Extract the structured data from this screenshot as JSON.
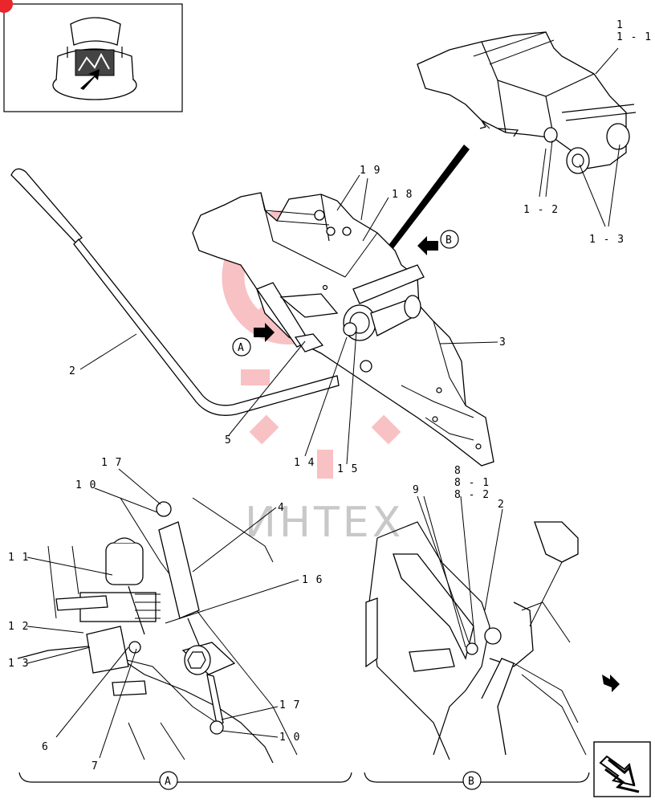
{
  "watermark": {
    "text": "ИНТЕХ",
    "color": "#e8262b"
  },
  "inset": {
    "badge_color": "#e8262b"
  },
  "callouts": {
    "c1": "1",
    "c1_1": "1 - 1",
    "c1_2": "1 - 2",
    "c1_3": "1 - 3",
    "c2_main": "2",
    "c3": "3",
    "c5": "5",
    "c14": "1 4",
    "c15": "1 5",
    "c18": "1 8",
    "c19": "1 9",
    "c4": "4",
    "c6": "6",
    "c7": "7",
    "c10_top": "1 0",
    "c10_bottom": "1 0",
    "c11": "1 1",
    "c12": "1 2",
    "c13": "1 3",
    "c16": "1 6",
    "c17_top": "1 7",
    "c17_bottom": "1 7",
    "c8": "8",
    "c8_1": "8 - 1",
    "c8_2": "8 - 2",
    "c9": "9",
    "c2_detail": "2"
  },
  "view_markers": {
    "a": "A",
    "b": "B",
    "detail_a": "A",
    "detail_b": "B"
  },
  "icons": {
    "next_arrow": "next-page-arrow-icon",
    "direction": "direction-arrow-icon"
  }
}
